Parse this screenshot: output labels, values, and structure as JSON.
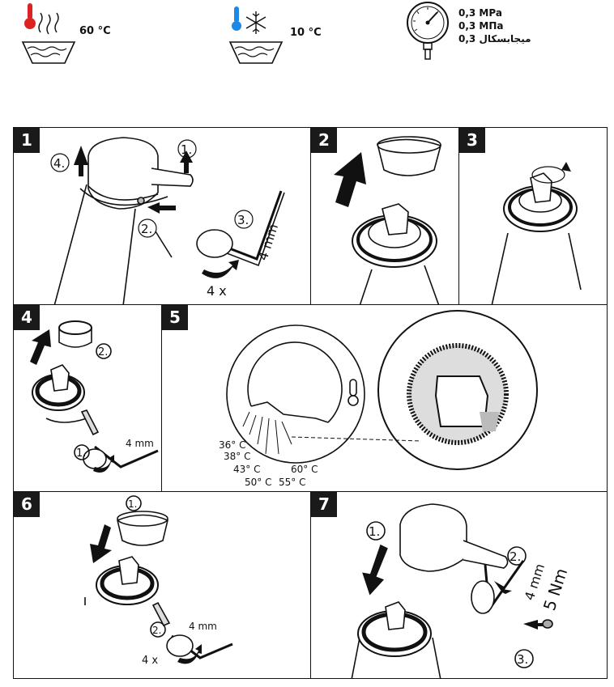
{
  "header": {
    "hot_temp": "60 °C",
    "cold_temp": "10 °C",
    "pressure_lines": [
      "0,3 MPa",
      "0,3 МПа",
      "0,3 ميجابسكال"
    ]
  },
  "panels": {
    "p1": {
      "num": "1",
      "step1": "1.",
      "step2": "2.",
      "step3": "3.",
      "step4": "4.",
      "tool": "4 mm",
      "count": "4 x"
    },
    "p2": {
      "num": "2"
    },
    "p3": {
      "num": "3"
    },
    "p4": {
      "num": "4",
      "step1": "1.",
      "step2": "2.",
      "tool": "4 mm"
    },
    "p5": {
      "num": "5",
      "temps": [
        "36° C",
        "38° C",
        "43° C",
        "50° C",
        "55° C",
        "60° C"
      ]
    },
    "p6": {
      "num": "6",
      "step1": "1.",
      "step2": "2.",
      "tool": "4 mm",
      "count": "4 x"
    },
    "p7": {
      "num": "7",
      "step1": "1.",
      "step2": "2.",
      "step3": "3.",
      "tool": "4 mm",
      "torque": "5 Nm"
    }
  }
}
